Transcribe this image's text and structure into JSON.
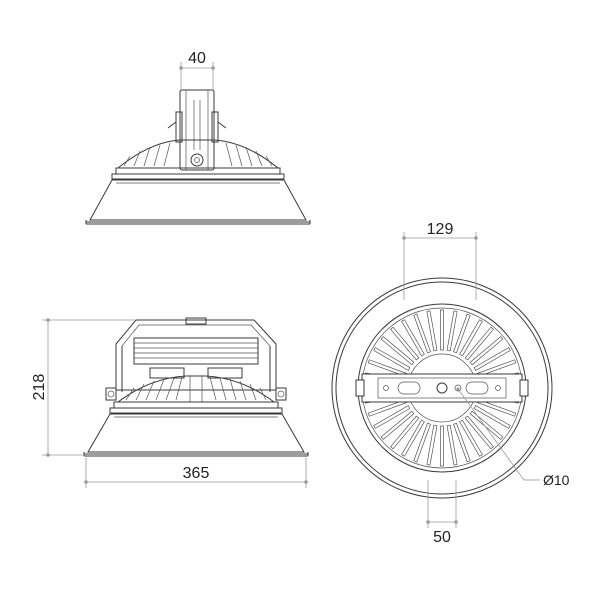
{
  "dimensions": {
    "top_width": "40",
    "side_height": "218",
    "side_width": "365",
    "bottom_bracket": "129",
    "bottom_slot": "50",
    "hole_diameter": "Ø10"
  }
}
